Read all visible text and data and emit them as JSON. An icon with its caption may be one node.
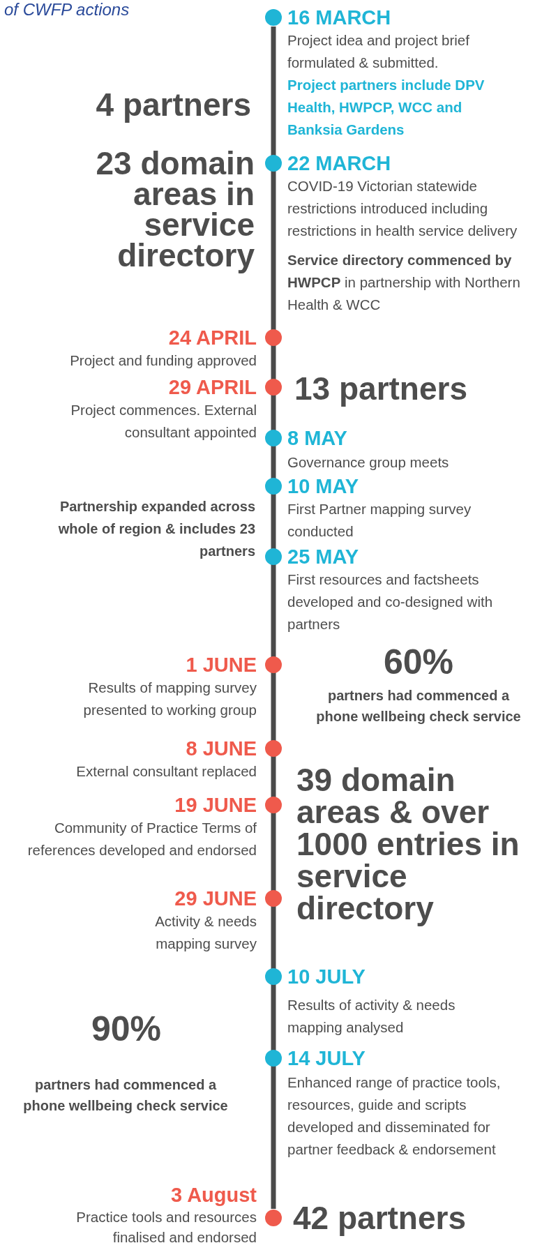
{
  "diagram": {
    "title": "of CWFP actions",
    "nodes": [
      {
        "text": [
          "16 MARCH",
          "Project idea and project brief formulated & submitted.",
          "Project partners include DPV Health, HWPCP, WCC and Banksia Gardens"
        ]
      },
      {
        "text": [
          "22 MARCH",
          "COVID-19 Victorian statewide restrictions introduced including restrictions in health service delivery",
          "**Service directory commenced by HWPCP** in partnership with Northern Health & WCC"
        ]
      },
      {
        "text": [
          "24 APRIL",
          "Project and funding approved"
        ]
      },
      {
        "text": [
          "29 APRIL",
          "Project commences. External consultant appointed"
        ]
      },
      {
        "text": [
          "8 MAY",
          "Governance group meets"
        ]
      },
      {
        "text": [
          "10 MAY",
          "First Partner mapping survey conducted"
        ]
      },
      {
        "text": [
          "25 MAY",
          "First resources and factsheets developed and co-designed with partners"
        ]
      },
      {
        "text": [
          "1 JUNE",
          "Results of mapping survey presented to working group"
        ]
      },
      {
        "text": [
          "8 JUNE",
          "External consultant replaced"
        ]
      },
      {
        "text": [
          "19 JUNE",
          "Community of Practice Terms of references developed and endorsed"
        ]
      },
      {
        "text": [
          "29 JUNE",
          "Activity &  needs mapping survey"
        ]
      },
      {
        "text": [
          "10 JULY",
          "Results of activity & needs mapping analysed"
        ]
      },
      {
        "text": [
          "14 JULY",
          "Enhanced range of practice tools, resources, guide and scripts developed and disseminated for partner feedback & endorsement"
        ]
      },
      {
        "text": [
          "3 August",
          "Practice tools and resources finalised and endorsed"
        ]
      }
    ],
    "labels": [
      "4 partners",
      "23 domain areas in service directory",
      "13 partners",
      "Partnership expanded across whole of region & includes 23 partners",
      "60%",
      "partners had commenced a phone wellbeing check service",
      "39 domain areas & over 1000 entries in service directory",
      "90%",
      "partners had commenced a phone wellbeing check service",
      "42 partners"
    ]
  }
}
